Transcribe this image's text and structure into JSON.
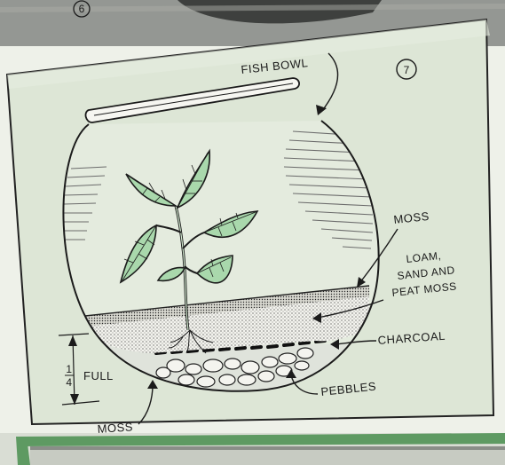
{
  "figure_prev": {
    "number": "6"
  },
  "figure": {
    "number": "7",
    "labels": {
      "fish_bowl": "FISH BOWL",
      "moss_top": "MOSS",
      "loam_line1": "LOAM,",
      "loam_line2": "SAND AND",
      "loam_line3": "PEAT MOSS",
      "charcoal": "CHARCOAL",
      "pebbles": "PEBBLES",
      "full_fraction_num": "1",
      "full_fraction_den": "4",
      "full": "FULL",
      "moss_bottom": "MOSS"
    }
  }
}
